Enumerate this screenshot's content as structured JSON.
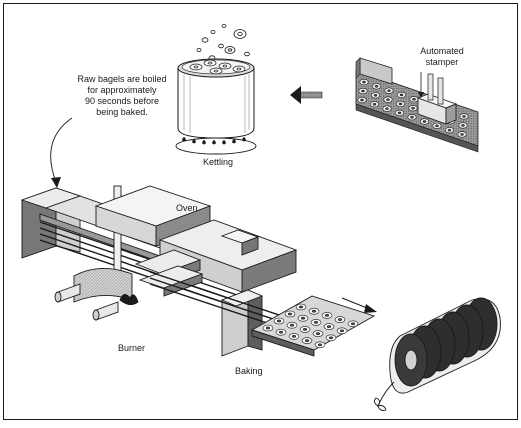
{
  "labels": {
    "stamper": [
      "Automated",
      "stamper"
    ],
    "kettling": "Kettling",
    "note": [
      "Raw bagels are boiled",
      "for approximately",
      "90 seconds before",
      "being baked."
    ],
    "oven": "Oven",
    "burner": "Burner",
    "baking": "Baking"
  },
  "colors": {
    "line": "#1a1a1a",
    "fill_light": "#e8e8e8",
    "fill_mid": "#bdbdbd",
    "fill_dark": "#6e6e6e",
    "fill_shadow": "#3a3a3a"
  }
}
